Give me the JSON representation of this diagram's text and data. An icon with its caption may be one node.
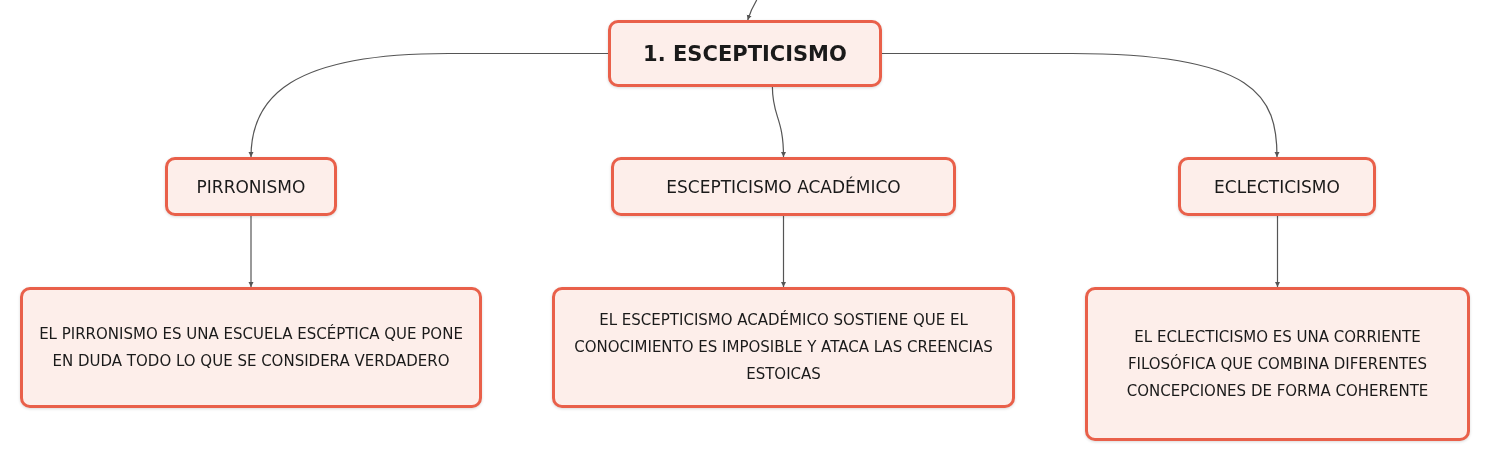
{
  "diagram": {
    "nodes": [
      {
        "text": [
          "1. ESCEPTICISMO"
        ]
      },
      {
        "text": [
          "PIRRONISMO"
        ]
      },
      {
        "text": [
          "ESCEPTICISMO ACADÉMICO"
        ]
      },
      {
        "text": [
          "ECLECTICISMO"
        ]
      },
      {
        "text": [
          "EL PIRRONISMO ES UNA ESCUELA ESCÉPTICA QUE PONE EN DUDA TODO LO QUE SE CONSIDERA VERDADERO"
        ]
      },
      {
        "text": [
          "EL ESCEPTICISMO ACADÉMICO SOSTIENE QUE EL CONOCIMIENTO ES IMPOSIBLE Y ATACA LAS CREENCIAS ESTOICAS"
        ]
      },
      {
        "text": [
          "EL ECLECTICISMO ES UNA CORRIENTE FILOSÓFICA QUE COMBINA DIFERENTES CONCEPCIONES DE FORMA COHERENTE"
        ]
      }
    ],
    "edges": [
      {
        "from": null,
        "to": 0,
        "arrow": "to"
      },
      {
        "from": 0,
        "to": 1,
        "arrow": "to"
      },
      {
        "from": 0,
        "to": 2,
        "arrow": "to"
      },
      {
        "from": 0,
        "to": 3,
        "arrow": "to"
      },
      {
        "from": 1,
        "to": 4,
        "arrow": "to"
      },
      {
        "from": 2,
        "to": 5,
        "arrow": "to"
      },
      {
        "from": 3,
        "to": 6,
        "arrow": "to"
      }
    ]
  }
}
